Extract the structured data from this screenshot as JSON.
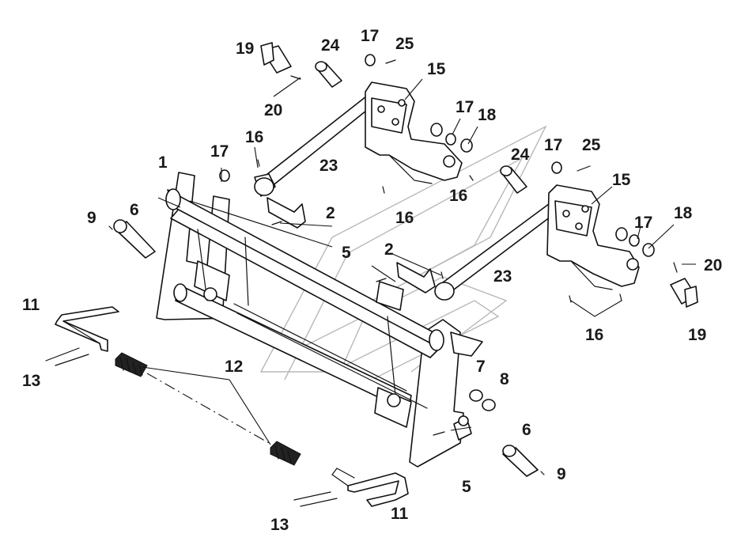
{
  "callouts": [
    {
      "id": "c1",
      "text": "1"
    },
    {
      "id": "c2a",
      "text": "2"
    },
    {
      "id": "c2b",
      "text": "2"
    },
    {
      "id": "c5a",
      "text": "5"
    },
    {
      "id": "c5b",
      "text": "5"
    },
    {
      "id": "c6a",
      "text": "6"
    },
    {
      "id": "c6b",
      "text": "6"
    },
    {
      "id": "c7",
      "text": "7"
    },
    {
      "id": "c8",
      "text": "8"
    },
    {
      "id": "c9a",
      "text": "9"
    },
    {
      "id": "c9b",
      "text": "9"
    },
    {
      "id": "c11a",
      "text": "11"
    },
    {
      "id": "c11b",
      "text": "11"
    },
    {
      "id": "c12",
      "text": "12"
    },
    {
      "id": "c13a",
      "text": "13"
    },
    {
      "id": "c13b",
      "text": "13"
    },
    {
      "id": "c15a",
      "text": "15"
    },
    {
      "id": "c15b",
      "text": "15"
    },
    {
      "id": "c16a",
      "text": "16"
    },
    {
      "id": "c16b",
      "text": "16"
    },
    {
      "id": "c16c",
      "text": "16"
    },
    {
      "id": "c16d",
      "text": "16"
    },
    {
      "id": "c17a",
      "text": "17"
    },
    {
      "id": "c17b",
      "text": "17"
    },
    {
      "id": "c17c",
      "text": "17"
    },
    {
      "id": "c17d",
      "text": "17"
    },
    {
      "id": "c17e",
      "text": "17"
    },
    {
      "id": "c18a",
      "text": "18"
    },
    {
      "id": "c18b",
      "text": "18"
    },
    {
      "id": "c19a",
      "text": "19"
    },
    {
      "id": "c19b",
      "text": "19"
    },
    {
      "id": "c20a",
      "text": "20"
    },
    {
      "id": "c20b",
      "text": "20"
    },
    {
      "id": "c23a",
      "text": "23"
    },
    {
      "id": "c23b",
      "text": "23"
    },
    {
      "id": "c24a",
      "text": "24"
    },
    {
      "id": "c24b",
      "text": "24"
    },
    {
      "id": "c25a",
      "text": "25"
    },
    {
      "id": "c25b",
      "text": "25"
    }
  ],
  "colors": {
    "line": "#111111",
    "label": "#1a1a1a",
    "watermark": "#b8b8b8",
    "background": "#ffffff"
  }
}
